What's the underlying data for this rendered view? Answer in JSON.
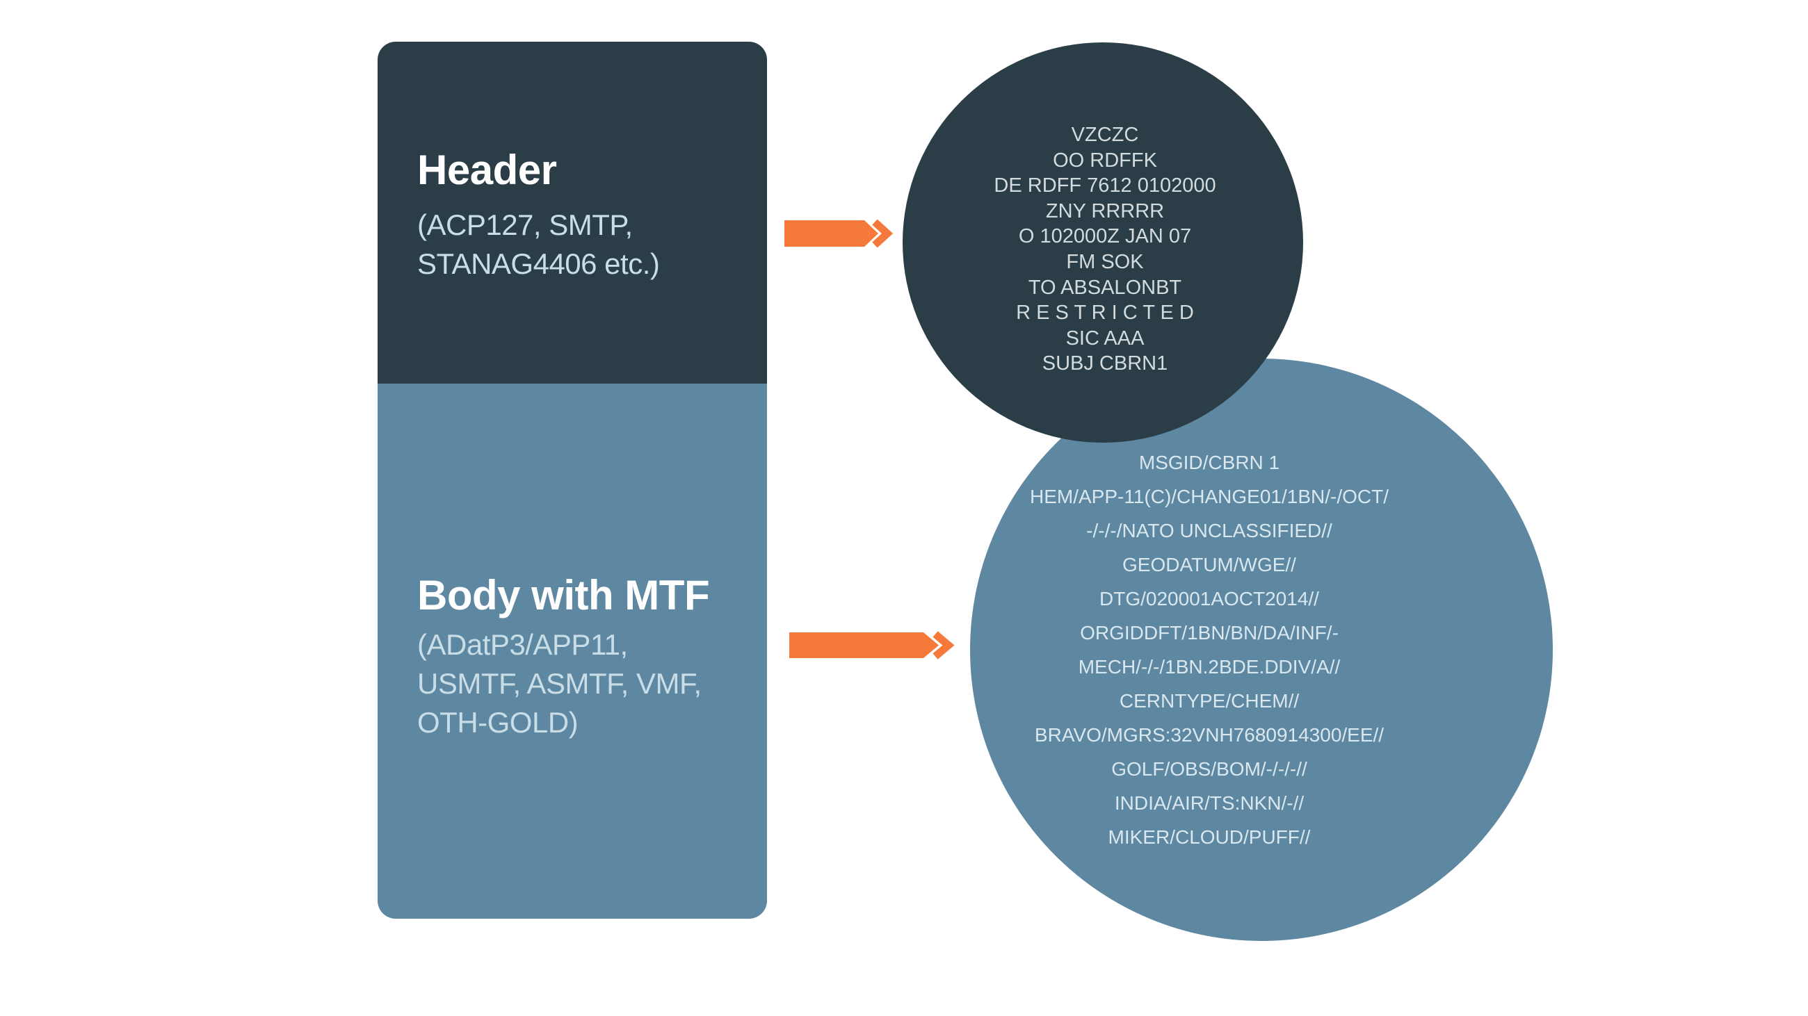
{
  "background": "#FFFFFF",
  "colors": {
    "background": "#FFFFFF",
    "dark": "#2B3E47",
    "blue": "#5E87A1",
    "orange": "#F5793A",
    "white_text": "#FFFFFF",
    "subtitle_text": "#C9DDE7",
    "dark_circle_text": "#D3DBDD",
    "blue_circle_text": "#D9E7EF"
  },
  "card": {
    "header_section": {
      "title": "Header",
      "subtitle_lines": [
        "(ACP127, SMTP,",
        "STANAG4406 etc.)"
      ]
    },
    "body_section": {
      "title": "Body with MTF",
      "subtitle_lines": [
        "(ADatP3/APP11,",
        "USMTF, ASMTF, VMF,",
        "OTH-GOLD)"
      ]
    }
  },
  "header_example_circle": {
    "lines": [
      "VZCZC",
      "OO RDFFK",
      "DE RDFF 7612 0102000",
      "ZNY RRRRR",
      "O 102000Z JAN 07",
      "FM SOK",
      "TO ABSALONBT",
      "R E S T R I C T E D",
      "SIC AAA",
      "SUBJ CBRN1"
    ]
  },
  "body_example_circle": {
    "lines": [
      "MSGID/CBRN 1",
      "HEM/APP-11(C)/CHANGE01/1BN/-/OCT/",
      "-/-/-/NATO UNCLASSIFIED//",
      "GEODATUM/WGE//",
      "DTG/020001AOCT2014//",
      "ORGIDDFT/1BN/BN/DA/INF/-",
      "MECH/-/-/1BN.2BDE.DDIV/A//",
      "CERNTYPE/CHEM//",
      "BRAVO/MGRS:32VNH7680914300/EE//",
      "GOLF/OBS/BOM/-/-/-//",
      "INDIA/AIR/TS:NKN/-//",
      "MIKER/CLOUD/PUFF//"
    ]
  },
  "icons": {
    "header_arrow": "double-chevron-right-arrow",
    "body_arrow": "double-chevron-right-arrow"
  }
}
